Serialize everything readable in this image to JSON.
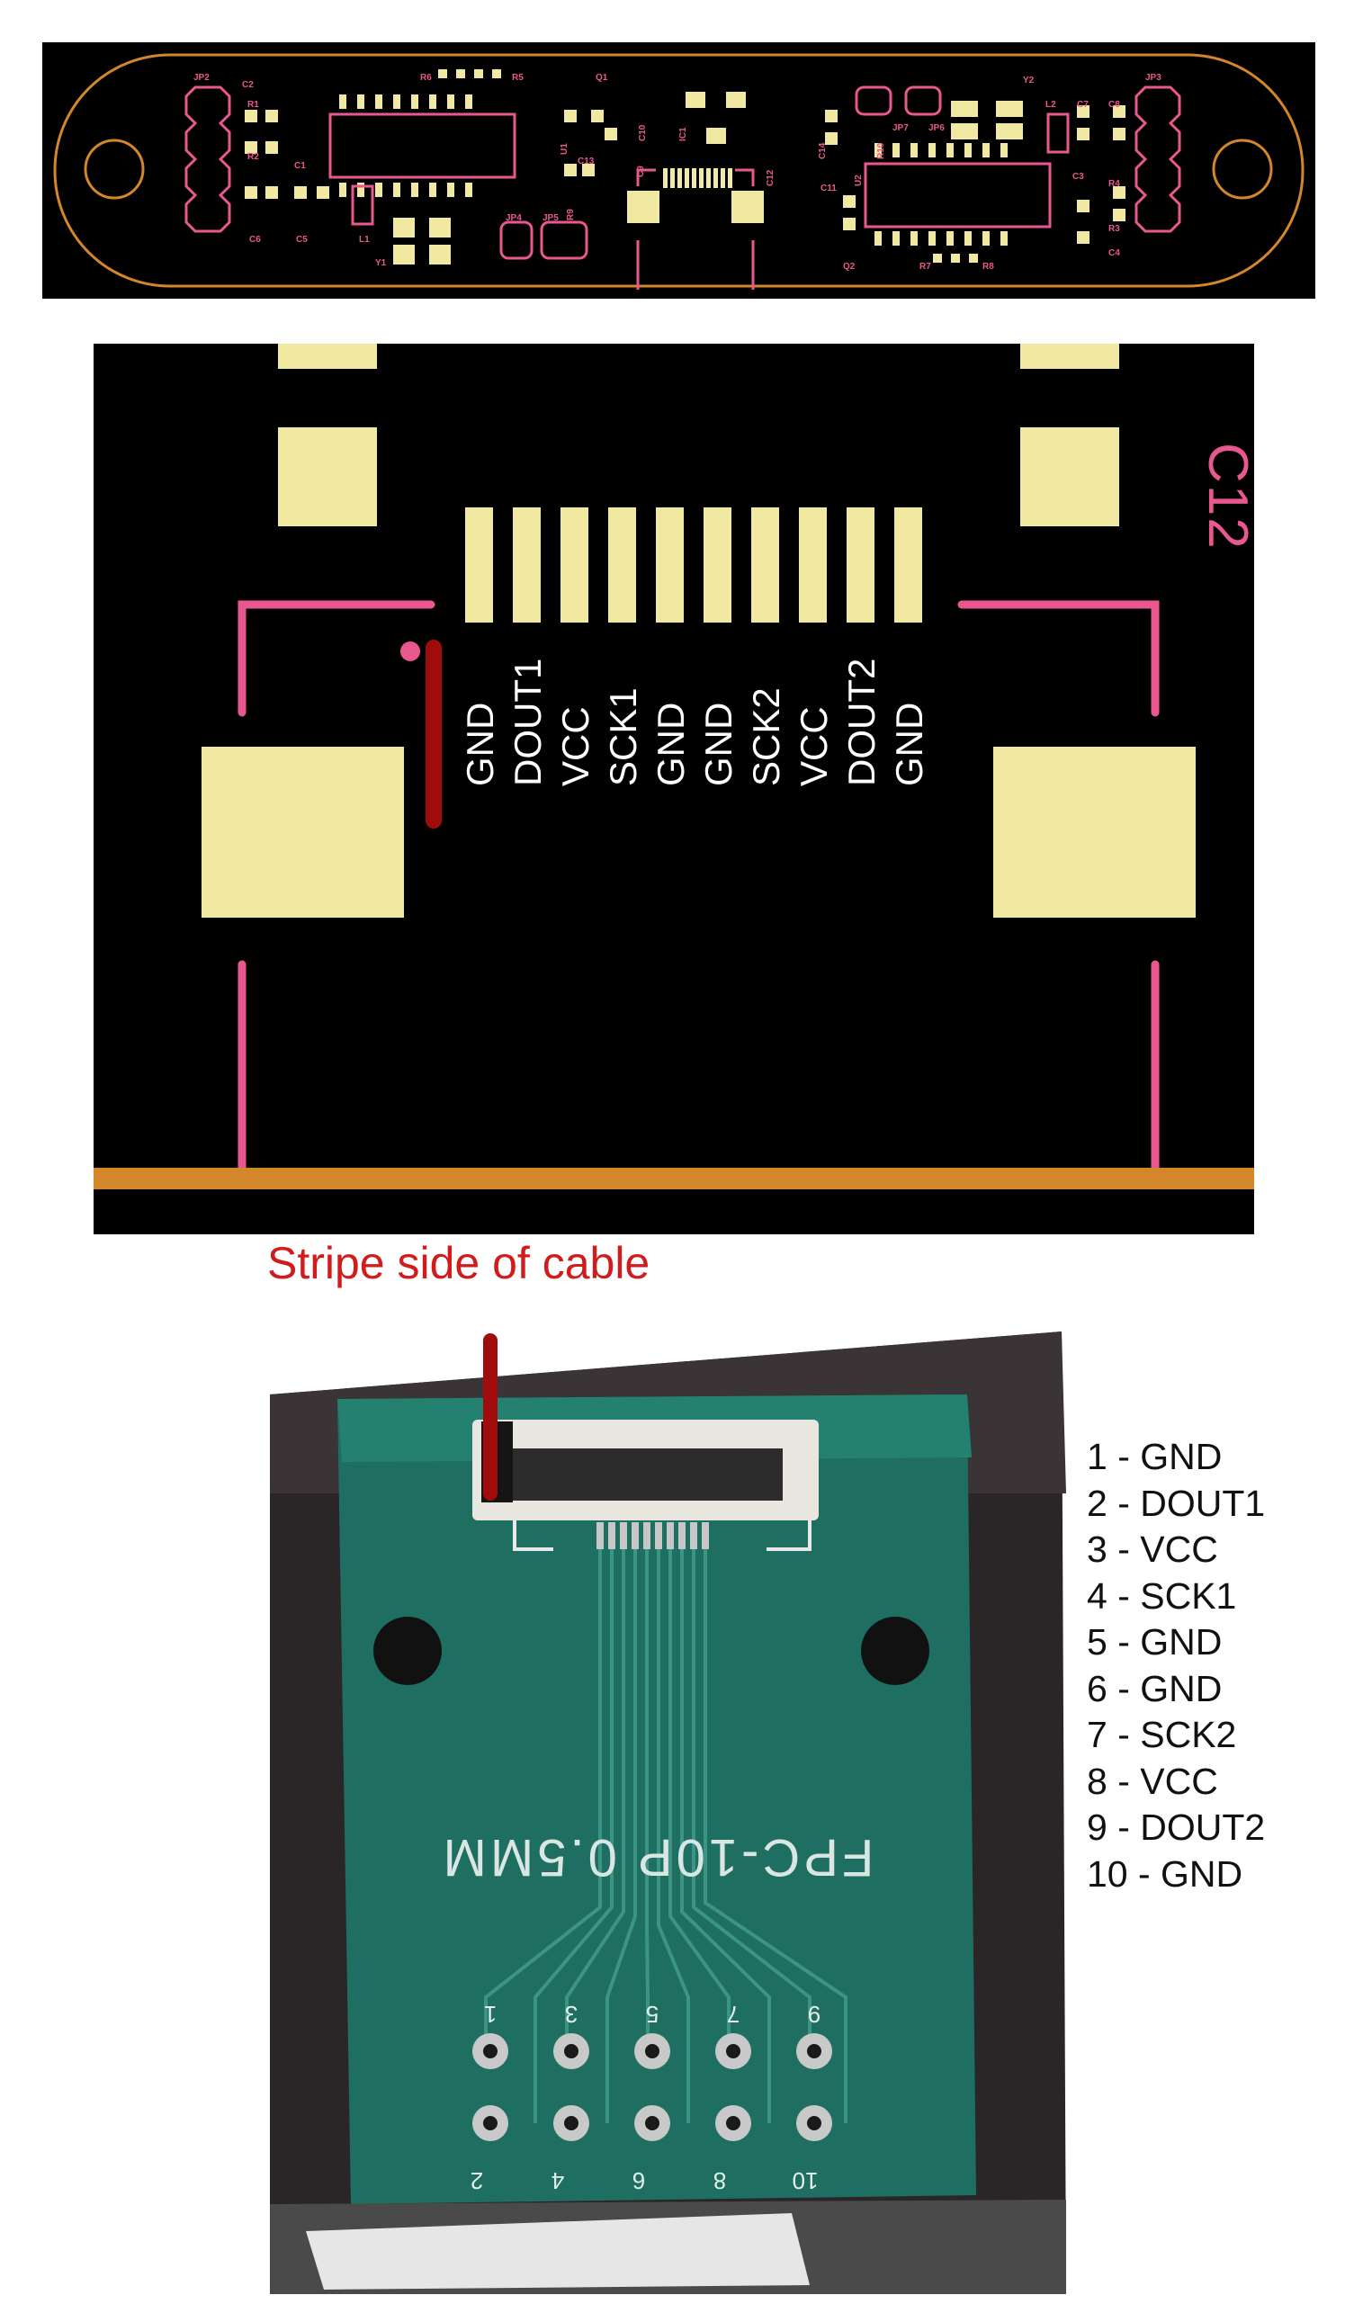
{
  "colors": {
    "board": "#000000",
    "outline": "#d4862a",
    "pad": "#f1e9a2",
    "silkscreen": "#e8588f",
    "stripe_marker": "#a00c0c",
    "annotation": "#d01c1c",
    "fpc_board": "#1e6f62"
  },
  "top_board": {
    "silkscreen_labels": [
      "JP2",
      "C2",
      "R1",
      "R2",
      "C1",
      "C6",
      "C5",
      "L1",
      "Y1",
      "R6",
      "R5",
      "Q1",
      "C10",
      "U1",
      "C13",
      "JP4",
      "JP5",
      "R9",
      "C9",
      "IC1",
      "C12",
      "C14",
      "R10",
      "JP7",
      "JP6",
      "Y2",
      "L2",
      "C7",
      "C8",
      "JP3",
      "C11",
      "U2",
      "C3",
      "R4",
      "R3",
      "C4",
      "Q2",
      "R7",
      "R8"
    ]
  },
  "zoom_view": {
    "pin_labels": [
      "GND",
      "DOUT1",
      "VCC",
      "SCK1",
      "GND",
      "GND",
      "SCK2",
      "VCC",
      "DOUT2",
      "GND"
    ],
    "corner_label": "C12"
  },
  "annotation": {
    "stripe_label": "Stripe side of cable"
  },
  "photo": {
    "board_marking": "FPC-10P 0.5MM",
    "pad_numbers_odd": [
      "1",
      "3",
      "5",
      "7",
      "9"
    ],
    "pad_numbers_even": [
      "2",
      "4",
      "6",
      "8",
      "10"
    ]
  },
  "pinout": [
    "1 - GND",
    "2 - DOUT1",
    "3 - VCC",
    "4 - SCK1",
    "5 - GND",
    "6 - GND",
    "7 - SCK2",
    "8 - VCC",
    "9 - DOUT2",
    "10 - GND"
  ]
}
